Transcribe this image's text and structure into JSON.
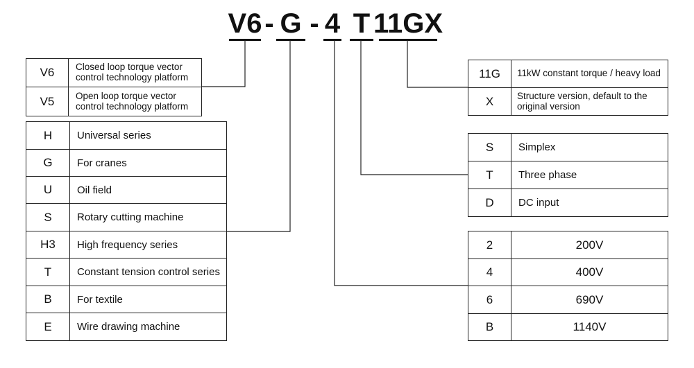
{
  "model_code": {
    "seg1": "V6",
    "dash1": "-",
    "seg2": "G",
    "dash2": "-",
    "seg3": "4",
    "seg4": "T",
    "seg5": "11GX"
  },
  "platform": [
    {
      "code": "V6",
      "desc": "Closed loop torque vector control technology platform"
    },
    {
      "code": "V5",
      "desc": "Open loop torque vector control technology platform"
    }
  ],
  "series": [
    {
      "code": "H",
      "desc": "Universal series"
    },
    {
      "code": "G",
      "desc": "For cranes"
    },
    {
      "code": "U",
      "desc": "Oil field"
    },
    {
      "code": "S",
      "desc": "Rotary cutting machine"
    },
    {
      "code": "H3",
      "desc": "High frequency series"
    },
    {
      "code": "T",
      "desc": "Constant tension control series"
    },
    {
      "code": "B",
      "desc": "For textile"
    },
    {
      "code": "E",
      "desc": "Wire drawing machine"
    }
  ],
  "power": [
    {
      "code": "11G",
      "desc": "11kW constant torque / heavy load"
    },
    {
      "code": "X",
      "desc": "Structure version, default to the original version"
    }
  ],
  "phase": [
    {
      "code": "S",
      "desc": "Simplex"
    },
    {
      "code": "T",
      "desc": "Three phase"
    },
    {
      "code": "D",
      "desc": "DC input"
    }
  ],
  "voltage": [
    {
      "code": "2",
      "value": "200V"
    },
    {
      "code": "4",
      "value": "400V"
    },
    {
      "code": "6",
      "value": "690V"
    },
    {
      "code": "B",
      "value": "1140V"
    }
  ]
}
